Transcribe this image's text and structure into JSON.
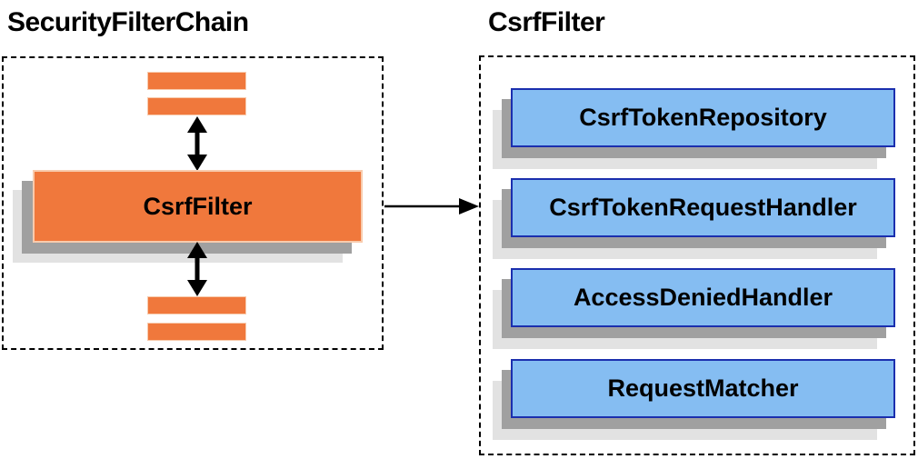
{
  "titles": {
    "left": "SecurityFilterChain",
    "right": "CsrfFilter"
  },
  "left_panel": {
    "filter_box_label": "CsrfFilter",
    "placeholder_bars_above": 2,
    "placeholder_bars_below": 2
  },
  "right_panel": {
    "components": [
      "CsrfTokenRepository",
      "CsrfTokenRequestHandler",
      "AccessDeniedHandler",
      "RequestMatcher"
    ]
  },
  "icons": {
    "vertical_flow": "double-headed-arrow",
    "link": "right-arrow"
  },
  "colors": {
    "orange_fill": "#F0783C",
    "orange_border": "#F8CBAD",
    "blue_fill": "#85BDF2",
    "blue_border": "#1B2FAE",
    "shadow_dark": "#A0A0A0",
    "shadow_light": "#E2E2E2",
    "dashed_border": "#000000",
    "text": "#000000"
  }
}
